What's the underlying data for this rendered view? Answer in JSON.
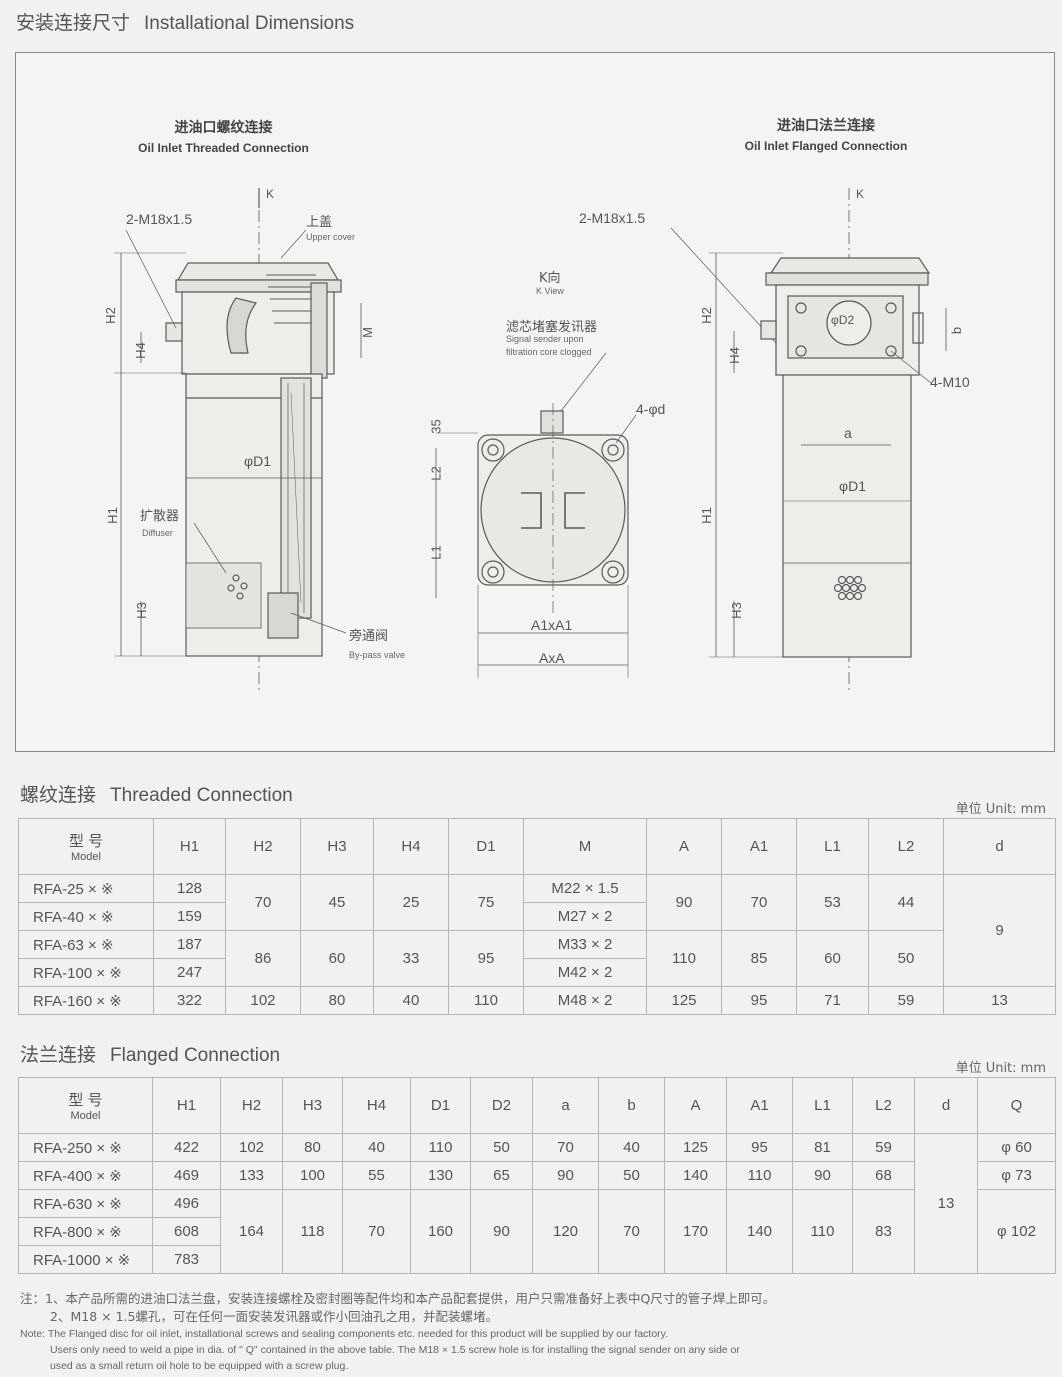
{
  "page": {
    "title_cn": "安装连接尺寸",
    "title_en": "Installational Dimensions"
  },
  "drawing": {
    "left_title_cn": "进油口螺纹连接",
    "left_title_en": "Oil Inlet Threaded Connection",
    "right_title_cn": "进油口法兰连接",
    "right_title_en": "Oil Inlet Flanged Connection",
    "labels": {
      "k": "K",
      "thread_left": "2-M18x1.5",
      "thread_mid": "2-M18x1.5",
      "upper_cover_cn": "上盖",
      "upper_cover_en": "Upper cover",
      "k_view_cn": "K向",
      "k_view_en": "K View",
      "signal_cn": "滤芯堵塞发讯器",
      "signal_en_1": "Signal sender upon",
      "signal_en_2": "filtration core clogged",
      "holes": "4-φd",
      "diffuser_cn": "扩散器",
      "diffuser_en": "Diffuser",
      "bypass_cn": "旁通阀",
      "bypass_en": "By-pass valve",
      "d1": "φD1",
      "d2": "φD2",
      "m": "M",
      "h1": "H1",
      "h2": "H2",
      "h3": "H3",
      "h4": "H4",
      "l1": "L1",
      "l2": "L2",
      "dim_35": "35",
      "a1xa1": "A1xA1",
      "axa": "AxA",
      "m10": "4-M10",
      "a": "a",
      "b": "b"
    }
  },
  "threaded": {
    "title_cn": "螺纹连接",
    "title_en": "Threaded Connection",
    "unit": "单位 Unit: mm",
    "header_model_cn": "型 号",
    "header_model_en": "Model",
    "headers": [
      "H1",
      "H2",
      "H3",
      "H4",
      "D1",
      "M",
      "A",
      "A1",
      "L1",
      "L2",
      "d"
    ],
    "models": [
      "RFA-25 × ※",
      "RFA-40 × ※",
      "RFA-63 × ※",
      "RFA-100 × ※",
      "RFA-160 × ※"
    ],
    "h1": [
      "128",
      "159",
      "187",
      "247",
      "322"
    ],
    "m": [
      "M22 × 1.5",
      "M27 × 2",
      "M33 × 2",
      "M42 × 2",
      "M48 × 2"
    ],
    "group_a": {
      "h2": "70",
      "h3": "45",
      "h4": "25",
      "d1": "75",
      "a": "90",
      "a1": "70",
      "l1": "53",
      "l2": "44"
    },
    "group_b": {
      "h2": "86",
      "h3": "60",
      "h4": "33",
      "d1": "95",
      "a": "110",
      "a1": "85",
      "l1": "60",
      "l2": "50"
    },
    "group_c": {
      "h2": "102",
      "h3": "80",
      "h4": "40",
      "d1": "110",
      "a": "125",
      "a1": "95",
      "l1": "71",
      "l2": "59"
    },
    "d_main": "9",
    "d_last": "13"
  },
  "flanged": {
    "title_cn": "法兰连接",
    "title_en": "Flanged Connection",
    "unit": "单位 Unit: mm",
    "header_model_cn": "型 号",
    "header_model_en": "Model",
    "headers": [
      "H1",
      "H2",
      "H3",
      "H4",
      "D1",
      "D2",
      "a",
      "b",
      "A",
      "A1",
      "L1",
      "L2",
      "d",
      "Q"
    ],
    "models": [
      "RFA-250 × ※",
      "RFA-400 × ※",
      "RFA-630 × ※",
      "RFA-800 × ※",
      "RFA-1000 × ※"
    ],
    "h1": [
      "422",
      "469",
      "496",
      "608",
      "783"
    ],
    "row1": [
      "102",
      "80",
      "40",
      "110",
      "50",
      "70",
      "40",
      "125",
      "95",
      "81",
      "59"
    ],
    "row2": [
      "133",
      "100",
      "55",
      "130",
      "65",
      "90",
      "50",
      "140",
      "110",
      "90",
      "68"
    ],
    "row3": [
      "164",
      "118",
      "70",
      "160",
      "90",
      "120",
      "70",
      "170",
      "140",
      "110",
      "83"
    ],
    "d": "13",
    "q1": "φ 60",
    "q2": "φ 73",
    "q3": "φ 102"
  },
  "notes": {
    "cn1": "注：1、本产品所需的进油口法兰盘，安装连接螺栓及密封圈等配件均和本产品配套提供，用户只需准备好上表中Q尺寸的管子焊上即可。",
    "cn2": "2、M18 × 1.5螺孔，可在任何一面安装发讯器或作小回油孔之用，并配装螺堵。",
    "en1": "Note: The Flanged disc for oil inlet, installational screws and sealing components etc. needed for this product will be supplied by our factory.",
    "en2": "Users only need to weld a pipe in dia. of \" Q\" contained in the above table. The M18 × 1.5 screw hole is for installing the signal sender on any side or",
    "en3": "used as a small return oil hole to be equipped with a screw plug."
  }
}
